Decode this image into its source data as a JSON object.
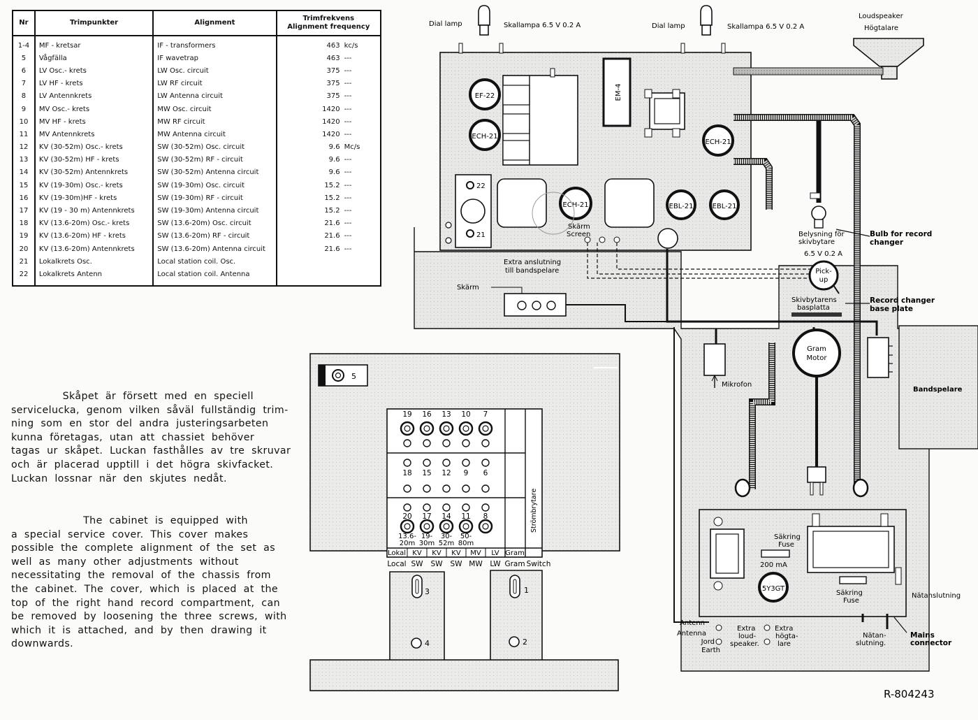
{
  "table": {
    "headers": {
      "nr": "Nr",
      "trimpunkter": "Trimpunkter",
      "alignment": "Alignment",
      "freq_line1": "Trimfrekvens",
      "freq_line2": "Alignment frequency"
    },
    "rows": [
      {
        "nr": "1-4",
        "sv": "MF - kretsar",
        "en": "IF - transformers",
        "freq": "463",
        "unit": "kc/s"
      },
      {
        "nr": "5",
        "sv": "Vågfälla",
        "en": "IF  wavetrap",
        "freq": "463",
        "unit": "---"
      },
      {
        "nr": "6",
        "sv": "LV  Osc.- krets",
        "en": "LW  Osc.  circuit",
        "freq": "375",
        "unit": "---"
      },
      {
        "nr": "7",
        "sv": "LV  HF - krets",
        "en": "LW  RF   circuit",
        "freq": "375",
        "unit": "---"
      },
      {
        "nr": "8",
        "sv": "LV  Antennkrets",
        "en": "LW  Antenna  circuit",
        "freq": "375",
        "unit": "---"
      },
      {
        "nr": "9",
        "sv": "MV Osc.- krets",
        "en": "MW  Osc.  circuit",
        "freq": "1420",
        "unit": "---"
      },
      {
        "nr": "10",
        "sv": "MV HF - krets",
        "en": "MW RF   circuit",
        "freq": "1420",
        "unit": "---"
      },
      {
        "nr": "11",
        "sv": "MV  Antennkrets",
        "en": "MW  Antenna  circuit",
        "freq": "1420",
        "unit": "---"
      },
      {
        "nr": "12",
        "sv": "KV  (30-52m) Osc.- krets",
        "en": "SW  (30-52m)  Osc. circuit",
        "freq": "9.6",
        "unit": "Mc/s"
      },
      {
        "nr": "13",
        "sv": "KV  (30-52m)  HF - krets",
        "en": "SW  (30-52m)  RF - circuit",
        "freq": "9.6",
        "unit": "---"
      },
      {
        "nr": "14",
        "sv": "KV  (30-52m) Antennkrets",
        "en": "SW  (30-52m)  Antenna circuit",
        "freq": "9.6",
        "unit": "---"
      },
      {
        "nr": "15",
        "sv": "KV  (19-30m) Osc.- krets",
        "en": "SW  (19-30m)  Osc. circuit",
        "freq": "15.2",
        "unit": "---"
      },
      {
        "nr": "16",
        "sv": "KV  (19-30m)HF - krets",
        "en": "SW  (19-30m)  RF - circuit",
        "freq": "15.2",
        "unit": "---"
      },
      {
        "nr": "17",
        "sv": "KV  (19 - 30 m) Antennkrets",
        "en": "SW  (19-30m)  Antenna circuit",
        "freq": "15.2",
        "unit": "---"
      },
      {
        "nr": "18",
        "sv": "KV  (13.6-20m) Osc.- krets",
        "en": "SW  (13.6-20m)  Osc. circuit",
        "freq": "21.6",
        "unit": "---"
      },
      {
        "nr": "19",
        "sv": "KV  (13.6-20m) HF - krets",
        "en": "SW  (13.6-20m)  RF - circuit",
        "freq": "21.6",
        "unit": "---"
      },
      {
        "nr": "20",
        "sv": "KV  (13.6-20m) Antennkrets",
        "en": "SW  (13.6-20m)  Antenna circuit",
        "freq": "21.6",
        "unit": "---"
      },
      {
        "nr": "21",
        "sv": "Lokalkrets   Osc.",
        "en": "Local  station  coil.  Osc.",
        "freq": "",
        "unit": ""
      },
      {
        "nr": "22",
        "sv": "Lokalkrets   Antenn",
        "en": "Local  station  coil.  Antenna",
        "freq": "",
        "unit": ""
      }
    ]
  },
  "text": {
    "swedish": "               Skåpet  är  försett  med  en  speciell\nservicelucka,  genom  vilken  såväl  fullständig  trim-\nning  som  en  stor  del  andra  justeringsarbeten\nkunna  företagas,  utan  att  chassiet  behöver\ntagas  ur  skåpet.  Luckan  fasthålles  av  tre  skruvar\noch  är  placerad  upptill  i  det  högra  skivfacket.\nLuckan  lossnar  när  den  skjutes  nedåt.",
    "english": "                     The  cabinet  is  equipped  with\na  special  service  cover.  This  cover  makes\npossible  the  complete  alignment  of  the  set  as\nwell  as  many  other  adjustments  without\nnecessitating  the  removal  of  the  chassis  from\nthe  cabinet.  The  cover,  which  is  placed  at  the\ntop  of  the  right  hand  record  compartment,  can\nbe  removed  by  loosening  the  three  screws,  with\nwhich  it  is  attached,  and  by  then  drawing  it\ndownwards."
  },
  "panel": {
    "screw_label": "5",
    "rows": [
      [
        "19",
        "16",
        "13",
        "10",
        "7"
      ],
      [
        "18",
        "15",
        "12",
        "9",
        "6"
      ],
      [
        "20",
        "17",
        "14",
        "11",
        "8"
      ]
    ],
    "band_ranges": [
      "13.6-\n20m",
      "19-\n30m",
      "30-\n52m",
      "50-\n80m"
    ],
    "switch_rot": "Strömbrytare",
    "top_labels": [
      "Lokal",
      "KV",
      "KV",
      "KV",
      "MV",
      "LV",
      "Gram"
    ],
    "bottom_labels": [
      "Local",
      "SW",
      "SW",
      "SW",
      "MW",
      "LW",
      "Gram",
      "Switch"
    ],
    "bracket_left": [
      "3",
      "4"
    ],
    "bracket_right": [
      "1",
      "2"
    ]
  },
  "chassis": {
    "dial_lamp_1": "Dial lamp",
    "skallampa_1": "Skallampa  6.5 V  0.2 A",
    "dial_lamp_2": "Dial lamp",
    "skallampa_2": "Skallampa  6.5 V  0.2 A",
    "loudspeaker": "Loudspeaker",
    "hogtalare": "Högtalare",
    "tubes": {
      "ef22": "EF-22",
      "ech21_a": "ECH-21",
      "ech21_b": "ECH-21",
      "ech21_c": "ECH-21",
      "ebl21_a": "EBL-21",
      "ebl21_b": "EBL-21",
      "em4": "EM-4"
    },
    "coil_22": "22",
    "coil_21": "21",
    "skarm_screen": "Skärm\nScreen",
    "extra": "Extra anslutning\ntill bandspelare",
    "skarm": "Skärm",
    "belysning": "Belysning  för\nskivbytare\n6.5 V   0.2 A",
    "bulb_record": "Bulb  for  record\nchanger",
    "pickup": "Pick-\nup",
    "basplatta": "Skivbytarens\nbasplatta",
    "base_plate": "Record changer\nbase  plate",
    "gram_motor": "Gram\nMotor",
    "mikrofon": "Mikrofon",
    "bandspelare": "Bandspelare",
    "sakring_fuse_1": "Säkring\nFuse",
    "fuse_value": "200 mA",
    "rectifier": "5Y3GT",
    "sakring_fuse_2": "Säkring\nFuse",
    "natanslutning": "Nätanslutning",
    "antenna": "Antenn\nAntenna\nJord\nEarth",
    "extra_loud": "Extra\nloud-\nspeaker.",
    "extra_hogta": "Extra\nhögta-\nlare",
    "natan_mains": "Nätan-\nslutning.",
    "mains_connector": "Mains\nconnector"
  },
  "ref_code": "R-804243"
}
